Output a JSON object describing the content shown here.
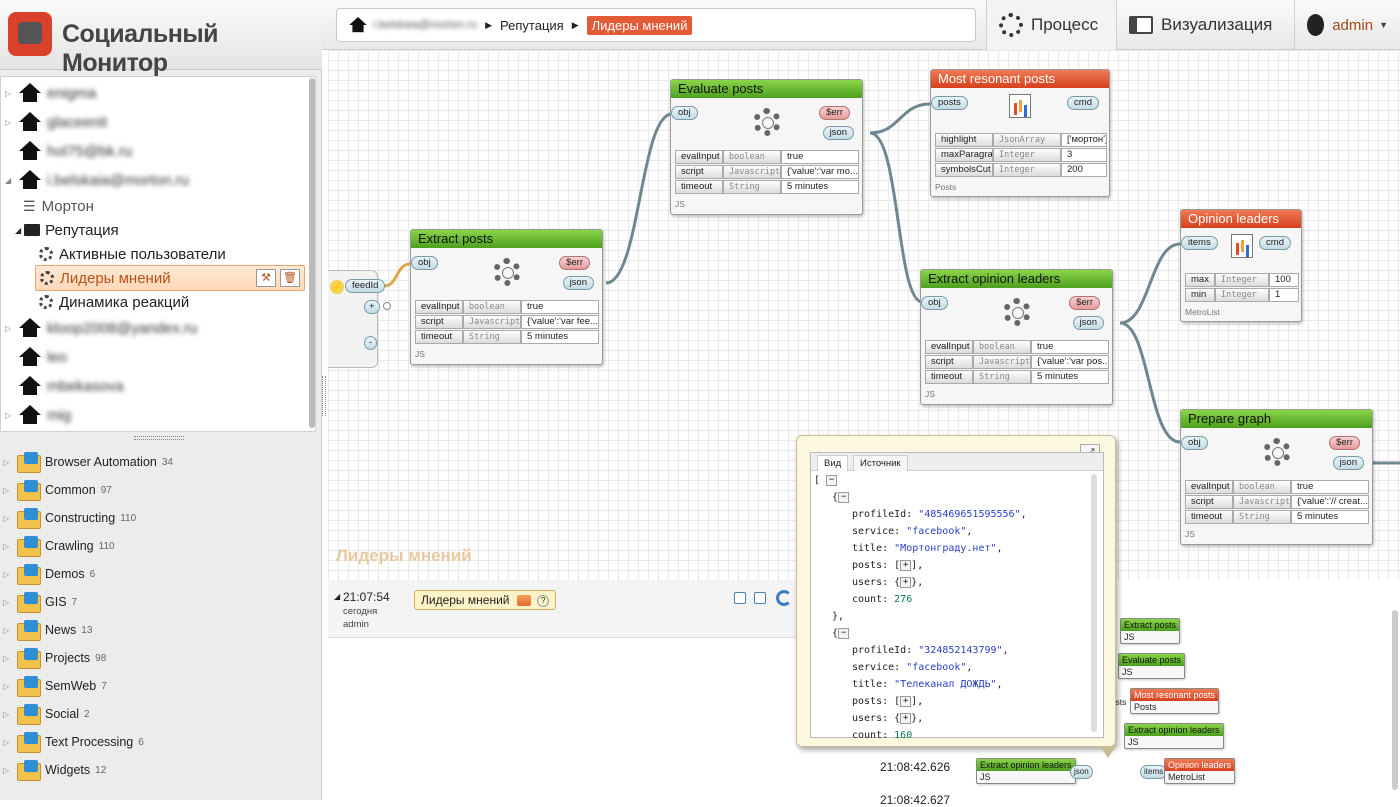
{
  "app": {
    "title": "Социальный Монитор"
  },
  "tree": {
    "items": [
      {
        "label": "enigma",
        "blur": true
      },
      {
        "label": "glaceenit",
        "blur": true
      },
      {
        "label": "hol75@bk.ru",
        "blur": true
      },
      {
        "label": "i.belskaia@morton.ru",
        "blur": true
      },
      {
        "label": "Мортон"
      },
      {
        "label": "Репутация"
      },
      {
        "label": "Активные пользователи"
      },
      {
        "label": "Лидеры мнений"
      },
      {
        "label": "Динамика реакций"
      },
      {
        "label": "kloop2008@yandex.ru",
        "blur": true
      },
      {
        "label": "leo",
        "blur": true
      },
      {
        "label": "mbekasova",
        "blur": true
      },
      {
        "label": "mig",
        "blur": true
      }
    ]
  },
  "categories": [
    {
      "name": "Browser Automation",
      "count": "34"
    },
    {
      "name": "Common",
      "count": "97"
    },
    {
      "name": "Constructing",
      "count": "110"
    },
    {
      "name": "Crawling",
      "count": "110"
    },
    {
      "name": "Demos",
      "count": "6"
    },
    {
      "name": "GIS",
      "count": "7"
    },
    {
      "name": "News",
      "count": "13"
    },
    {
      "name": "Projects",
      "count": "98"
    },
    {
      "name": "SemWeb",
      "count": "7"
    },
    {
      "name": "Social",
      "count": "2"
    },
    {
      "name": "Text Processing",
      "count": "6"
    },
    {
      "name": "Widgets",
      "count": "12"
    }
  ],
  "breadcrumb": {
    "user": "i.belskaia@morton.ru",
    "section": "Репутация",
    "current": "Лидеры мнений"
  },
  "topnav": {
    "process": "Процесс",
    "visualization": "Визуализация",
    "user": "admin"
  },
  "canvas": {
    "watermark": "Лидеры мнений",
    "input": {
      "feed": "feedId",
      "plus": "+",
      "minus": "-"
    },
    "nodes": {
      "extract": {
        "title": "Extract posts",
        "in": "obj",
        "err": "$err",
        "out": "json",
        "footer": "JS",
        "params": [
          {
            "n": "evalInput",
            "t": "boolean",
            "v": "true"
          },
          {
            "n": "script",
            "t": "Javascript",
            "v": "{'value':'var fee..."
          },
          {
            "n": "timeout",
            "t": "String",
            "v": "5 minutes"
          }
        ]
      },
      "evaluate": {
        "title": "Evaluate posts",
        "in": "obj",
        "err": "$err",
        "out": "json",
        "footer": "JS",
        "params": [
          {
            "n": "evalInput",
            "t": "boolean",
            "v": "true"
          },
          {
            "n": "script",
            "t": "Javascript",
            "v": "{'value':'var mo..."
          },
          {
            "n": "timeout",
            "t": "String",
            "v": "5 minutes"
          }
        ]
      },
      "resonant": {
        "title": "Most resonant posts",
        "in": "posts",
        "out": "cmd",
        "footer": "Posts",
        "params": [
          {
            "n": "highlight",
            "t": "JsonArray",
            "v": "['мортон']"
          },
          {
            "n": "maxParagraph",
            "t": "Integer",
            "v": "3"
          },
          {
            "n": "symbolsCut",
            "t": "Integer",
            "v": "200"
          }
        ]
      },
      "leaders": {
        "title": "Extract opinion leaders",
        "in": "obj",
        "err": "$err",
        "out": "json",
        "footer": "JS",
        "params": [
          {
            "n": "evalInput",
            "t": "boolean",
            "v": "true"
          },
          {
            "n": "script",
            "t": "Javascript",
            "v": "{'value':'var pos..."
          },
          {
            "n": "timeout",
            "t": "String",
            "v": "5 minutes"
          }
        ]
      },
      "opinion": {
        "title": "Opinion leaders",
        "in": "items",
        "out": "cmd",
        "footer": "MetroList",
        "params": [
          {
            "n": "max",
            "t": "Integer",
            "v": "100"
          },
          {
            "n": "min",
            "t": "Integer",
            "v": "1"
          }
        ]
      },
      "graph": {
        "title": "Prepare graph",
        "in": "obj",
        "err": "$err",
        "out": "json",
        "footer": "JS",
        "params": [
          {
            "n": "evalInput",
            "t": "boolean",
            "v": "true"
          },
          {
            "n": "script",
            "t": "Javascript",
            "v": "{'value':'// creat..."
          },
          {
            "n": "timeout",
            "t": "String",
            "v": "5 minutes"
          }
        ]
      }
    }
  },
  "history": {
    "time": "21:07:54",
    "day": "сегодня",
    "user": "admin",
    "tag": "Лидеры мнений"
  },
  "popup": {
    "tab_view": "Вид",
    "tab_source": "Источник",
    "records": [
      {
        "profileId": "\"485469651595556\"",
        "service": "\"facebook\"",
        "title": "\"Мортонграду.нет\"",
        "count": "276"
      },
      {
        "profileId": "\"324852143799\"",
        "service": "\"facebook\"",
        "title": "\"Телеканал ДОЖДЬ\"",
        "count": "160"
      }
    ]
  },
  "log": {
    "rows": [
      {
        "time": "21:08:42.626",
        "a": "Extract opinion leaders",
        "af": "JS",
        "port1": "json",
        "port2": "items",
        "b": "Opinion leaders",
        "bf": "MetroList"
      },
      {
        "time": "21:08:42.627"
      }
    ],
    "mini": [
      {
        "t": "Extract posts",
        "f": "JS"
      },
      {
        "t": "Evaluate posts",
        "f": "JS"
      },
      {
        "t": "Most resonant posts",
        "f": "Posts",
        "p": "posts"
      },
      {
        "t": "Extract opinion leaders",
        "f": "JS"
      }
    ]
  }
}
